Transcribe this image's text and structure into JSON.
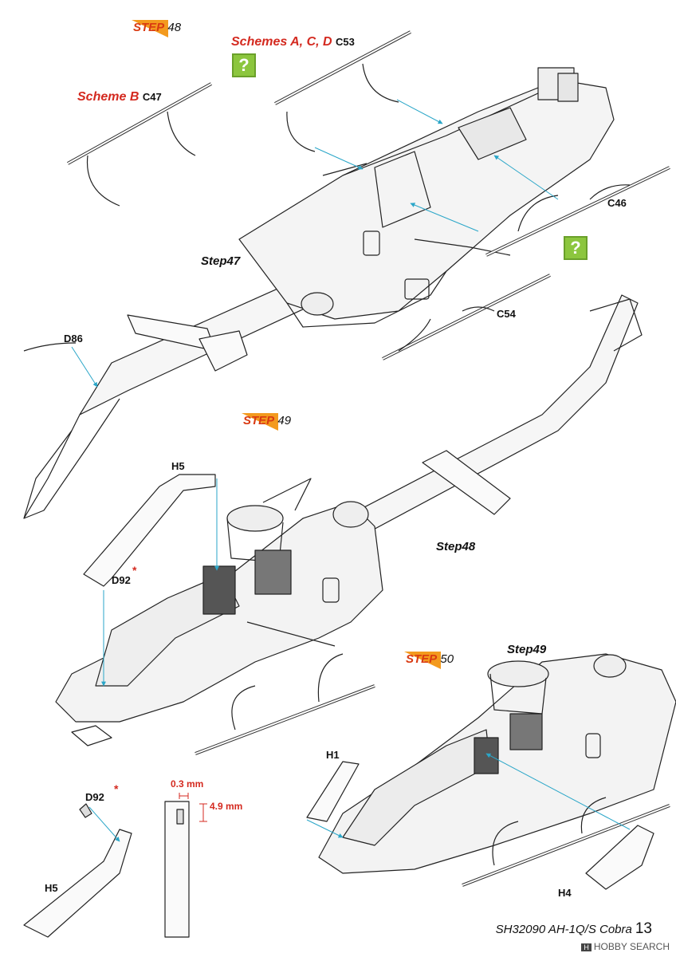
{
  "steps": {
    "step48": {
      "word": "STEP",
      "num": "48"
    },
    "step49": {
      "word": "STEP",
      "num": "49"
    },
    "step50": {
      "word": "STEP",
      "num": "50"
    }
  },
  "schemes": {
    "acd": {
      "name": "Schemes A, C, D",
      "part": "C53"
    },
    "b": {
      "name": "Scheme B",
      "part": "C47"
    }
  },
  "parts": {
    "c46": "C46",
    "c54": "C54",
    "d86": "D86",
    "h5_top": "H5",
    "d92_top": "D92",
    "h5_bottom": "H5",
    "d92_bottom": "D92",
    "h1": "H1",
    "h4": "H4"
  },
  "step_refs": {
    "step47": "Step47",
    "step48": "Step48",
    "step49": "Step49"
  },
  "question_mark": "?",
  "asterisk": "*",
  "measurements": {
    "width": "0.3 mm",
    "height": "4.9 mm"
  },
  "footer": {
    "text": "SH32090 AH-1Q/S Cobra",
    "page": "13"
  },
  "watermark": {
    "box": "H",
    "text": "HOBBY SEARCH"
  },
  "colors": {
    "step_badge": "#f39a1e",
    "scheme_text": "#d42a20",
    "arrow": "#2aa6c8",
    "question_box": "#8cc63e"
  }
}
